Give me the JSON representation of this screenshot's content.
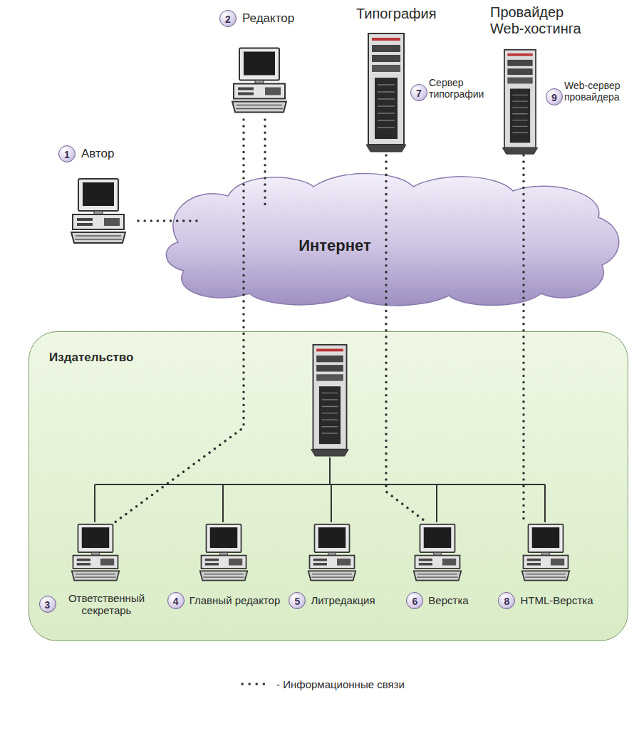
{
  "diagram": {
    "nodes": [
      {
        "text": [
          "1",
          "Автор"
        ]
      },
      {
        "text": [
          "2",
          "Редактор"
        ]
      },
      {
        "text": [
          "Типография",
          "7",
          "Сервер типографии"
        ]
      },
      {
        "text": [
          "Провайдер Web-хостинга",
          "9",
          "Web-сервер провайдера"
        ]
      },
      {
        "text": [
          "Интернет"
        ]
      },
      {
        "text": [
          "Издательство"
        ]
      },
      {
        "text": [
          "3",
          "Ответственный секретарь"
        ],
        "in": 5
      },
      {
        "text": [
          "4",
          "Главный редактор"
        ],
        "in": 5
      },
      {
        "text": [
          "5",
          "Литредакция"
        ],
        "in": 5
      },
      {
        "text": [
          "6",
          "Верстка"
        ],
        "in": 5
      },
      {
        "text": [
          "8",
          "HTML-Верстка"
        ],
        "in": 5
      }
    ],
    "edges": [
      {
        "from": 0,
        "to": 4,
        "arrow": "none"
      },
      {
        "from": 1,
        "to": 4,
        "arrow": "none"
      },
      {
        "from": 1,
        "to": 6,
        "arrow": "none"
      },
      {
        "from": 2,
        "to": 9,
        "arrow": "none"
      },
      {
        "from": 3,
        "to": 10,
        "arrow": "none"
      }
    ],
    "legend": [
      {
        "text": "- Информационные связи"
      }
    ]
  }
}
